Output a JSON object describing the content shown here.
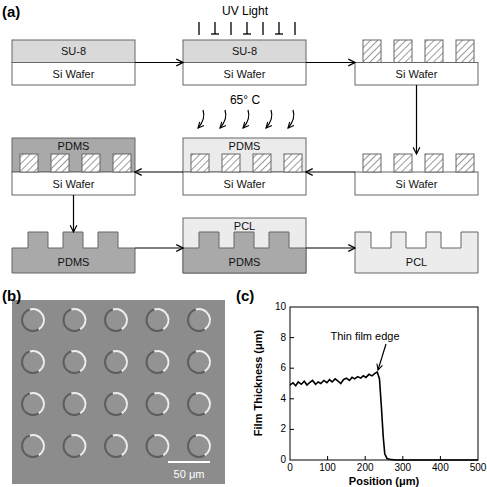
{
  "diagram": {
    "nodes": [
      {
        "text": [
          "SU-8",
          "Si Wafer"
        ]
      },
      {
        "text": [
          "SU-8",
          "Si Wafer"
        ]
      },
      {
        "text": [
          "Si Wafer"
        ]
      },
      {
        "text": [
          "PDMS",
          "Si Wafer"
        ]
      },
      {
        "text": [
          "PDMS",
          "Si Wafer"
        ]
      },
      {
        "text": [
          "Si Wafer"
        ]
      },
      {
        "text": [
          "PDMS"
        ]
      },
      {
        "text": [
          "PCL",
          "PDMS"
        ]
      },
      {
        "text": [
          "PCL"
        ]
      }
    ],
    "edges": [
      {
        "from": 0,
        "to": 1,
        "arrow": "to"
      },
      {
        "from": 1,
        "to": 2,
        "arrow": "to"
      },
      {
        "from": 2,
        "to": 5,
        "arrow": "to"
      },
      {
        "from": 5,
        "to": 4,
        "arrow": "to"
      },
      {
        "from": 4,
        "to": 3,
        "arrow": "to"
      },
      {
        "from": 3,
        "to": 6,
        "arrow": "to"
      },
      {
        "from": 6,
        "to": 7,
        "arrow": "to"
      },
      {
        "from": 7,
        "to": 8,
        "arrow": "to"
      }
    ],
    "labels": [
      "(a)",
      "UV Light",
      "65° C",
      "(b)",
      "50 μm",
      "(c)",
      "Thin film edge",
      "Film Thickness (μm)",
      "Position (μm)",
      "0",
      "2",
      "4",
      "6",
      "8",
      "10",
      "0",
      "100",
      "200",
      "300",
      "400",
      "500"
    ]
  }
}
